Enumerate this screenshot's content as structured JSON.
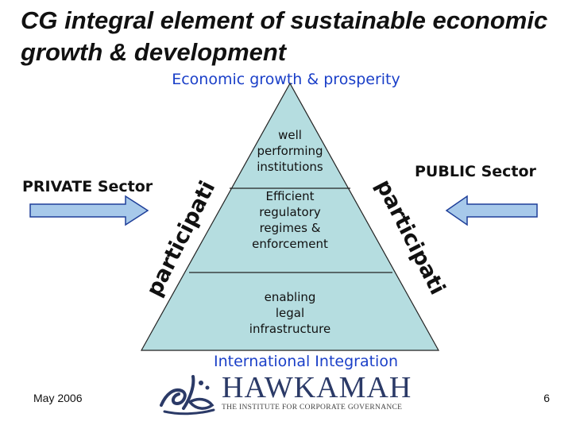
{
  "slide": {
    "title_line1": "CG integral element of sustainable economic",
    "title_line2": "growth & development",
    "date": "May 2006",
    "page_number": "6"
  },
  "pyramid": {
    "top_label": "Economic growth & prosperity",
    "bottom_label": "International Integration",
    "tiers": [
      {
        "lines": [
          "well",
          "performing",
          "institutions"
        ]
      },
      {
        "lines": [
          "Efficient",
          "regulatory",
          "regimes &",
          "enforcement"
        ]
      },
      {
        "lines": [
          "enabling",
          "legal",
          "infrastructure"
        ]
      }
    ],
    "fill_color": "#b5dde0",
    "left_side_text": "participation",
    "right_side_text": "participation"
  },
  "sectors": {
    "private": "PRIVATE Sector",
    "public": "PUBLIC Sector",
    "arrow_fill": "#a7c9ea",
    "arrow_stroke": "#1f3f99"
  },
  "logo": {
    "wordmark": "HAWKAMAH",
    "tagline": "THE INSTITUTE FOR CORPORATE GOVERNANCE",
    "color": "#2b3a67"
  }
}
